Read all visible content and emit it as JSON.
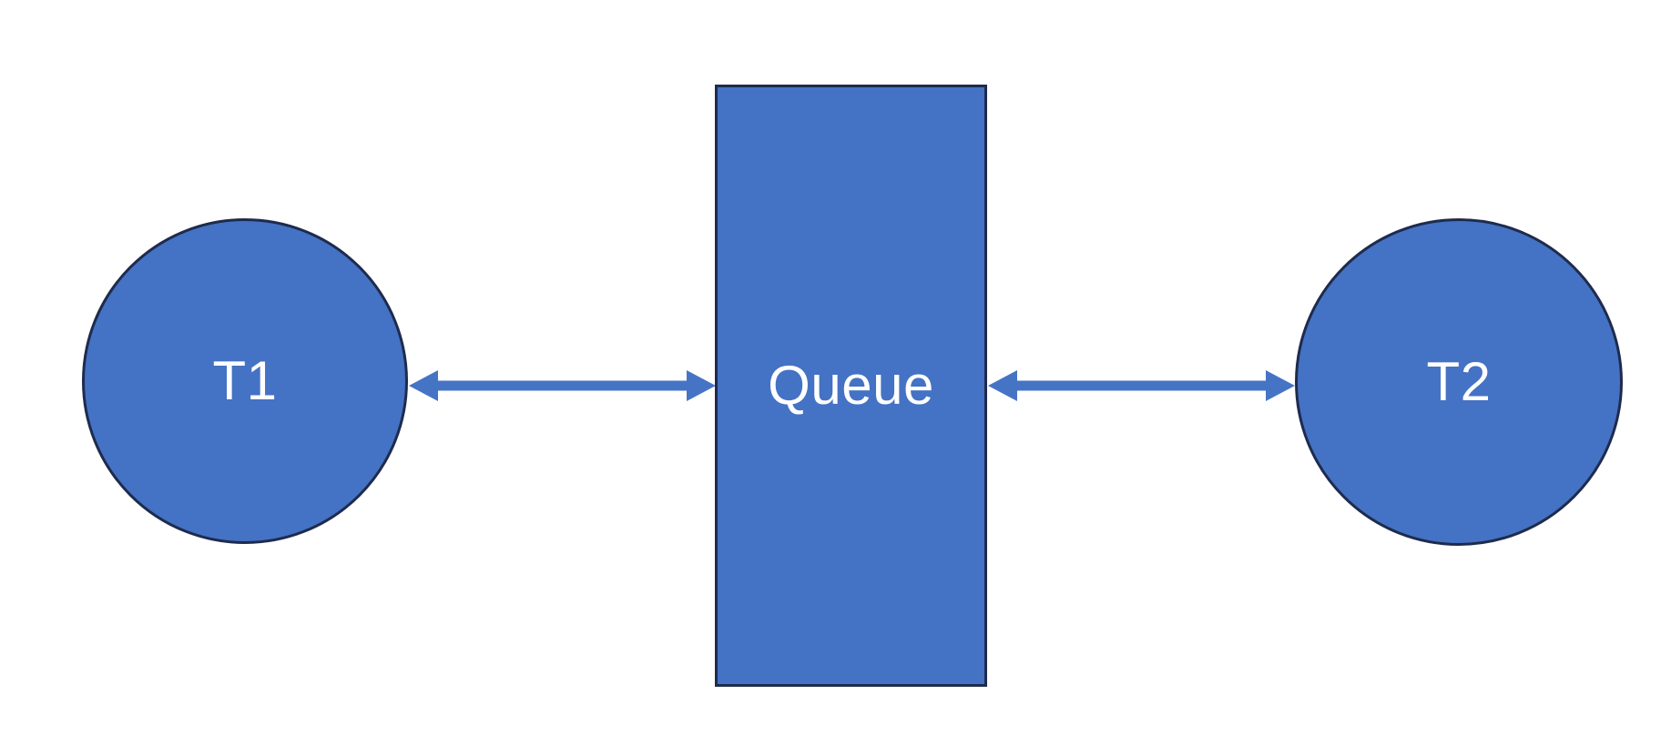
{
  "diagram": {
    "nodes": [
      {
        "id": "t1",
        "label": "T1",
        "shape": "circle"
      },
      {
        "id": "queue",
        "label": "Queue",
        "shape": "rectangle"
      },
      {
        "id": "t2",
        "label": "T2",
        "shape": "circle"
      }
    ],
    "connectors": [
      {
        "from": "t1",
        "to": "queue",
        "style": "double-headed-arrow"
      },
      {
        "from": "queue",
        "to": "t2",
        "style": "double-headed-arrow"
      }
    ],
    "colors": {
      "shape_fill": "#4472c4",
      "shape_border": "#1e2b4d",
      "arrow_fill": "#4674c5",
      "label_text": "#ffffff",
      "background": "#ffffff"
    }
  }
}
